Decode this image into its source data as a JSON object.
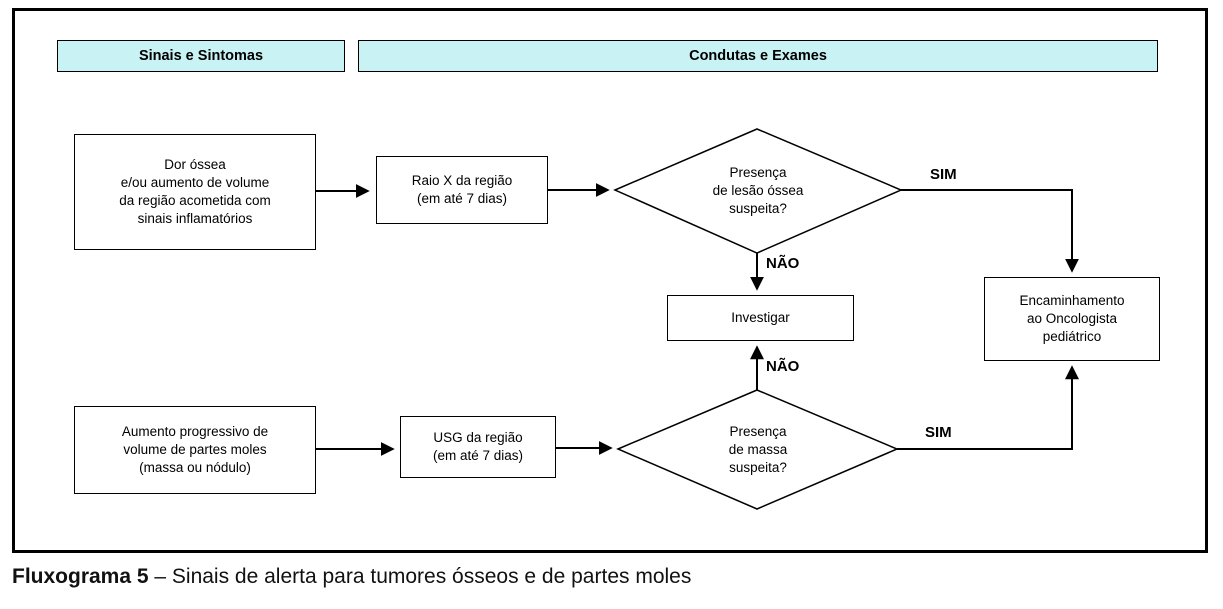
{
  "headers": {
    "sinais": "Sinais e Sintomas",
    "condutas": "Condutas e Exames"
  },
  "nodes": {
    "bone_symptom": "Dor óssea\ne/ou aumento de volume\nda região acometida com\nsinais inflamatórios",
    "raio_x": "Raio X da região\n(em até 7 dias)",
    "bone_decision": "Presença\nde lesão óssea\nsuspeita?",
    "investigar": "Investigar",
    "oncologista": "Encaminhamento\nao Oncologista\npediátrico",
    "soft_symptom": "Aumento progressivo de\nvolume de partes moles\n(massa ou nódulo)",
    "usg": "USG da região\n(em até 7 dias)",
    "mass_decision": "Presença\nde massa\nsuspeita?"
  },
  "edge_labels": {
    "sim_top": "SIM",
    "nao_top": "NÃO",
    "nao_bottom": "NÃO",
    "sim_bottom": "SIM"
  },
  "caption": {
    "title": "Fluxograma 5",
    "text": "– Sinais de alerta para tumores ósseos e de partes moles"
  },
  "colors": {
    "header_bg": "#c9f2f4",
    "line": "#000000",
    "background": "#ffffff"
  }
}
